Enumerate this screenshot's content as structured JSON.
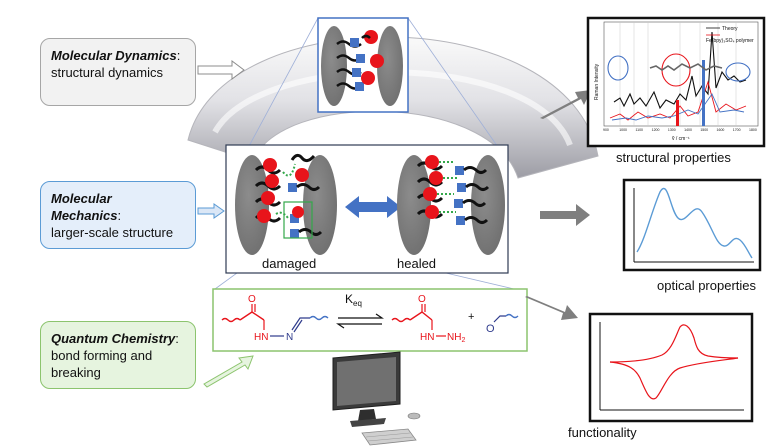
{
  "boxes": {
    "molecular_dynamics": {
      "title": "Molecular Dynamics",
      "text": "structural dynamics"
    },
    "molecular_mechanics": {
      "title": "Molecular Mechanics",
      "text": "larger-scale structure"
    },
    "quantum_chemistry": {
      "title": "Quantum Chemistry",
      "line1": "bond forming and",
      "line2": "breaking"
    }
  },
  "states": {
    "damaged": "damaged",
    "healed": "healed"
  },
  "reaction": {
    "k": "K",
    "k_sub": "eq",
    "plus": "+",
    "o": "O",
    "hn": "HN",
    "n": "N",
    "hn2": "HN",
    "nh2": "NH",
    "nh2_sub": "2"
  },
  "outputs": {
    "structural": "structural properties",
    "optical": "optical properties",
    "functionality": "functionality"
  },
  "spectrum": {
    "legend_theory": "Theory",
    "legend_polymer": "Fe(bpy)₃SO₄ polymer",
    "ylabel": "Raman Intensity",
    "xlabel": "ṽ / cm⁻¹",
    "ticks": [
      "900",
      "1000",
      "1100",
      "1200",
      "1300",
      "1400",
      "1500",
      "1600",
      "1700",
      "1800"
    ]
  },
  "colors": {
    "red": "#e8141b",
    "blue": "#4472c4",
    "green": "#33a84a",
    "gray_arrow": "#808080",
    "double_arrow": "#4472c4"
  }
}
